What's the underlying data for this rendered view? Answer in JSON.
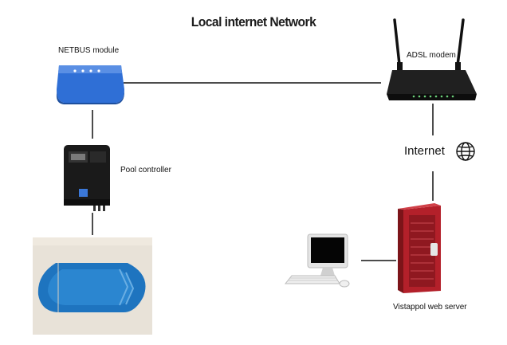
{
  "diagram": {
    "title": "Local internet Network",
    "nodes": {
      "netbus": {
        "label": "NETBUS module"
      },
      "modem": {
        "label": "ADSL modem"
      },
      "controller": {
        "label": "Pool controller"
      },
      "internet": {
        "label": "Internet"
      },
      "server": {
        "label": "Vistappol web server"
      },
      "computer": {
        "label": ""
      },
      "pool": {
        "label": ""
      }
    },
    "colors": {
      "netbus_blue": "#2f6fd6",
      "pool_water": "#1e74bf",
      "server_red": "#b3202a",
      "device_black": "#1a1a1a",
      "deck_beige": "#e8e2d8"
    }
  }
}
